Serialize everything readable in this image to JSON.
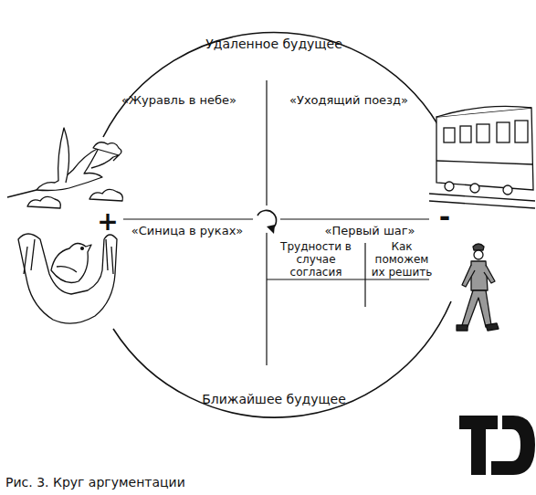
{
  "diagram": {
    "caption": "Рис. 3. Круг аргументации",
    "labels": [
      "Удаленное будущее",
      "«Журавль в небе»",
      "«Уходящий поезд»",
      "+",
      "«Синица в руках»",
      "«Первый шаг»",
      "-",
      "Трудности в случае согласия",
      "Как поможем их решить",
      "Ближайшее будущее"
    ]
  }
}
